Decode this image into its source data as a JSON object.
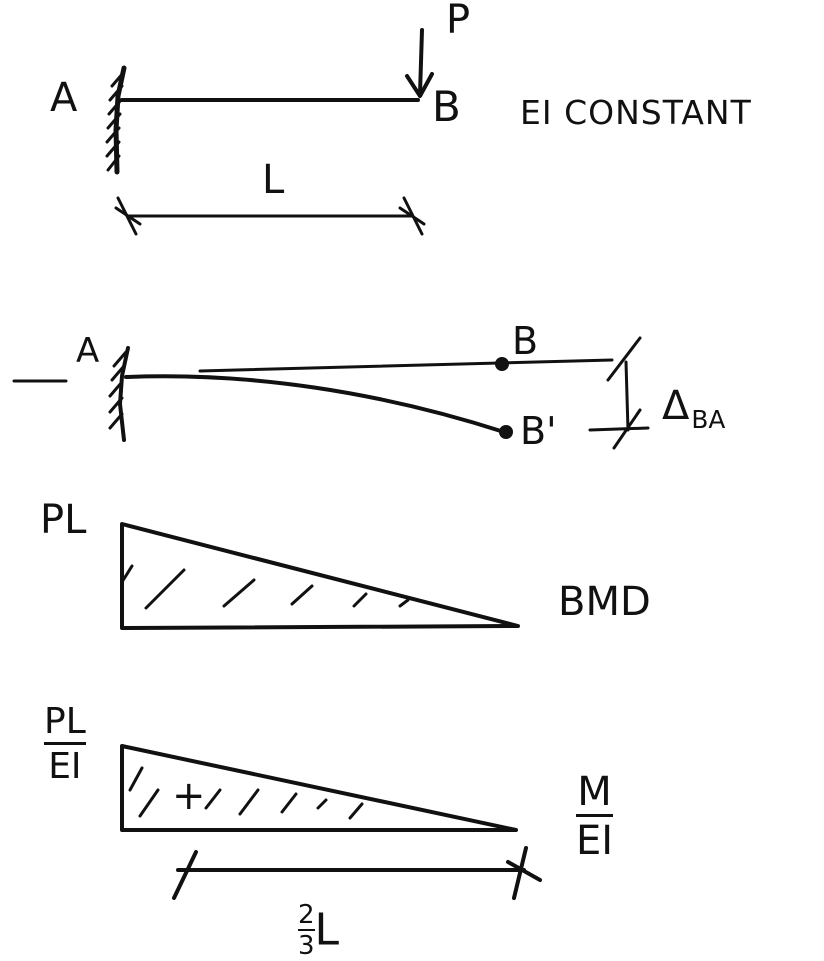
{
  "beam": {
    "support_label": "A",
    "free_end_label": "B",
    "load_label": "P",
    "property_note": "EI CONSTANT",
    "span_label": "L"
  },
  "deflected": {
    "support_label": "A",
    "original_point_label": "B",
    "deflected_point_label": "B'",
    "deflection_symbol": "Δ",
    "deflection_subscript": "BA"
  },
  "bmd": {
    "peak_label": "PL",
    "name": "BMD"
  },
  "m_over_ei": {
    "peak_numerator": "PL",
    "peak_denominator": "EI",
    "sign": "+",
    "name_numerator": "M",
    "name_denominator": "EI",
    "centroid_numerator": "2",
    "centroid_denominator": "3",
    "centroid_unit": "L"
  },
  "colors": {
    "ink": "#111111",
    "paper": "#ffffff"
  }
}
